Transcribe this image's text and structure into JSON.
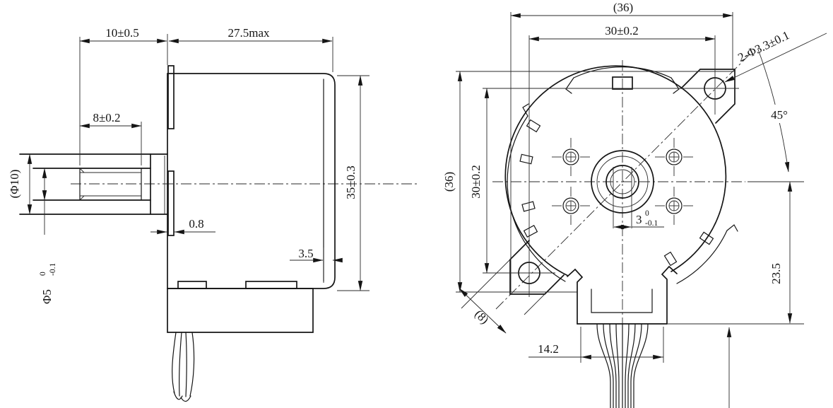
{
  "side_view": {
    "shaft_protrusion": "10±0.5",
    "body_length_max": "27.5max",
    "thread_length": "8±0.2",
    "bushing_diameter": "(Φ10)",
    "shaft_diameter": "Φ5",
    "shaft_tol_upper": "0",
    "shaft_tol_lower": "-0.1",
    "plate_thickness": "0.8",
    "rear_boss_depth": "3.5",
    "body_diameter": "35±0.3"
  },
  "front_view": {
    "overall_width_ref": "(36)",
    "hole_spacing_horizontal": "30±0.2",
    "mounting_hole_callout": "2-Φ3.3±0.1",
    "ear_angle": "45°",
    "overall_height_ref": "(36)",
    "hole_spacing_vertical": "30±0.2",
    "shaft_flat_width": "3",
    "shaft_flat_tol_upper": "0",
    "shaft_flat_tol_lower": "-0.1",
    "ear_width_ref": "(8)",
    "connector_width": "14.2",
    "center_to_wire_exit": "23.5"
  }
}
